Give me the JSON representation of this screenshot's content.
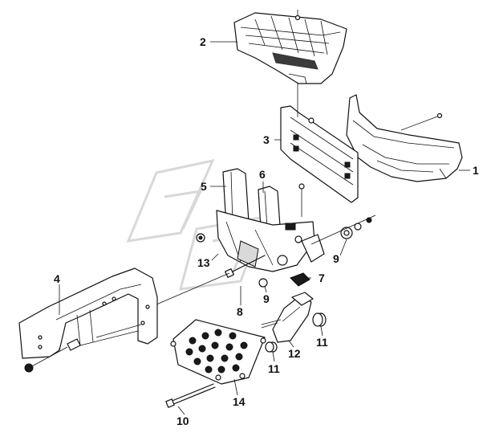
{
  "callouts": [
    {
      "id": "1",
      "text": "1"
    },
    {
      "id": "2",
      "text": "2"
    },
    {
      "id": "3",
      "text": "3"
    },
    {
      "id": "4",
      "text": "4"
    },
    {
      "id": "5",
      "text": "5"
    },
    {
      "id": "6",
      "text": "6"
    },
    {
      "id": "7",
      "text": "7"
    },
    {
      "id": "8",
      "text": "8"
    },
    {
      "id": "9a",
      "text": "9"
    },
    {
      "id": "9b",
      "text": "9"
    },
    {
      "id": "10",
      "text": "10"
    },
    {
      "id": "11a",
      "text": "11"
    },
    {
      "id": "11b",
      "text": "11"
    },
    {
      "id": "12",
      "text": "12"
    },
    {
      "id": "13",
      "text": "13"
    },
    {
      "id": "14",
      "text": "14"
    }
  ],
  "colors": {
    "ink": "#111111",
    "paper": "#ffffff",
    "watermark": "#d8d8d8"
  }
}
